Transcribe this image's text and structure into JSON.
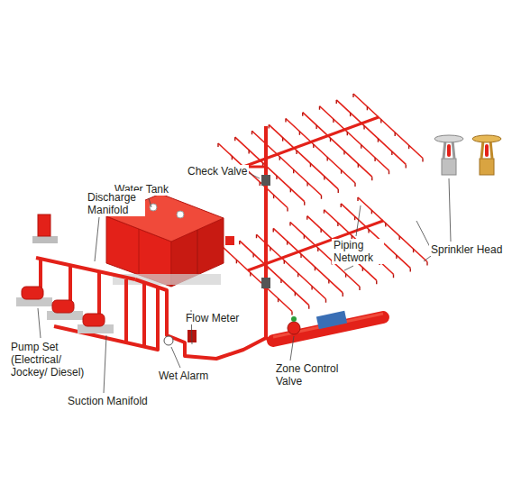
{
  "diagram": {
    "labels": [
      "Water Tank",
      "Discharge Manifold",
      "Check Valve",
      "Piping Network",
      "Sprinkler Head",
      "Pump Set (Electrical/ Jockey/ Diesel)",
      "Flow Meter",
      "Wet Alarm",
      "Suction Manifold",
      "Zone Control Valve"
    ]
  }
}
